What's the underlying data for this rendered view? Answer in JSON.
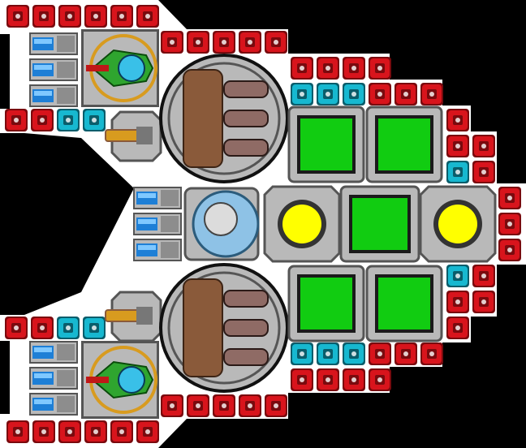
{
  "screen": {
    "description_type": "ship-designer-grid"
  },
  "palette": {
    "background": "#000000",
    "hull": "#ffffff",
    "red_block": "#d8141c",
    "red_block_dark": "#7a0a0e",
    "cyan_block": "#17b8d0",
    "cyan_block_dark": "#0a5d6b",
    "green_room": "#11cc11",
    "yellow_core": "#ffff00",
    "metal": "#b9b9b9",
    "metal_dark": "#555555",
    "copper": "#8a5a3a",
    "gold": "#d89b1f"
  },
  "modules": {
    "armor_block_icon": "red-armor-block",
    "shield_block_icon": "cyan-shield-block",
    "thruster_icon": "blue-thruster",
    "turret_icon": "green-turret",
    "cannon_icon": "brass-cannon",
    "reactor_icon": "circular-reactor",
    "cargo_icon": "green-cargo-room",
    "core_icon": "yellow-power-core",
    "cockpit_icon": "blue-cockpit-dome"
  }
}
